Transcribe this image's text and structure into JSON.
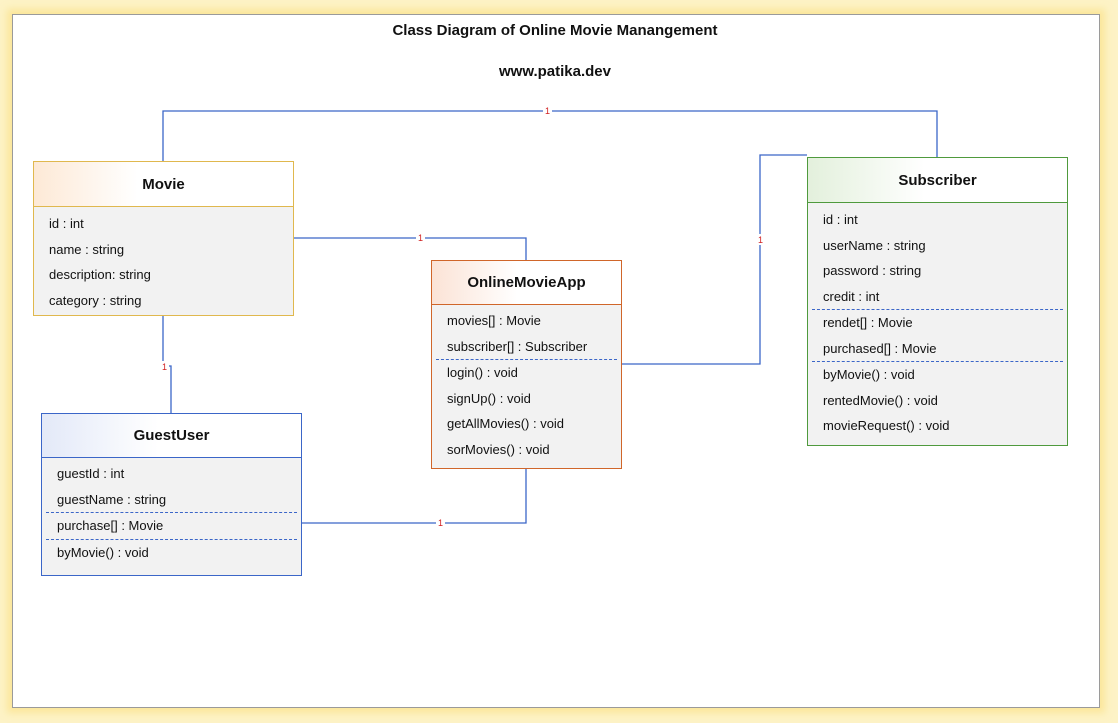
{
  "diagram": {
    "title": "Class Diagram of Online Movie Manangement",
    "subtitle": "www.patika.dev",
    "colors": {
      "connector": "#3b66c8",
      "multiplicity": "#d02020",
      "movie_border": "#e0b84e",
      "subscriber_border": "#4f9a3d",
      "app_border": "#d0662a",
      "guest_border": "#3b66c8"
    },
    "classes": {
      "movie": {
        "name": "Movie",
        "attributes": [
          "id : int",
          "name : string",
          "description: string",
          "category : string"
        ]
      },
      "subscriber": {
        "name": "Subscriber",
        "attributes": [
          "id : int",
          "userName : string",
          "password : string",
          "credit : int"
        ],
        "relations": [
          "rendet[] : Movie",
          "purchased[] : Movie"
        ],
        "methods": [
          "byMovie() : void",
          "rentedMovie() : void",
          "movieRequest() : void"
        ]
      },
      "app": {
        "name": "OnlineMovieApp",
        "attributes": [
          "movies[] : Movie",
          "subscriber[] : Subscriber"
        ],
        "methods": [
          "login() : void",
          "signUp() : void",
          "getAllMovies() : void",
          "sorMovies() : void"
        ]
      },
      "guest": {
        "name": "GuestUser",
        "attributes": [
          "guestId : int",
          "guestName : string"
        ],
        "relations": [
          "purchase[] : Movie"
        ],
        "methods": [
          "byMovie() : void"
        ]
      }
    },
    "associations": [
      {
        "from": "Movie",
        "to": "Subscriber",
        "multiplicity": "1"
      },
      {
        "from": "Movie",
        "to": "OnlineMovieApp",
        "multiplicity": "1"
      },
      {
        "from": "OnlineMovieApp",
        "to": "Subscriber",
        "multiplicity": "1"
      },
      {
        "from": "Movie",
        "to": "GuestUser",
        "multiplicity": "1"
      },
      {
        "from": "GuestUser",
        "to": "OnlineMovieApp",
        "multiplicity": "1"
      }
    ]
  }
}
